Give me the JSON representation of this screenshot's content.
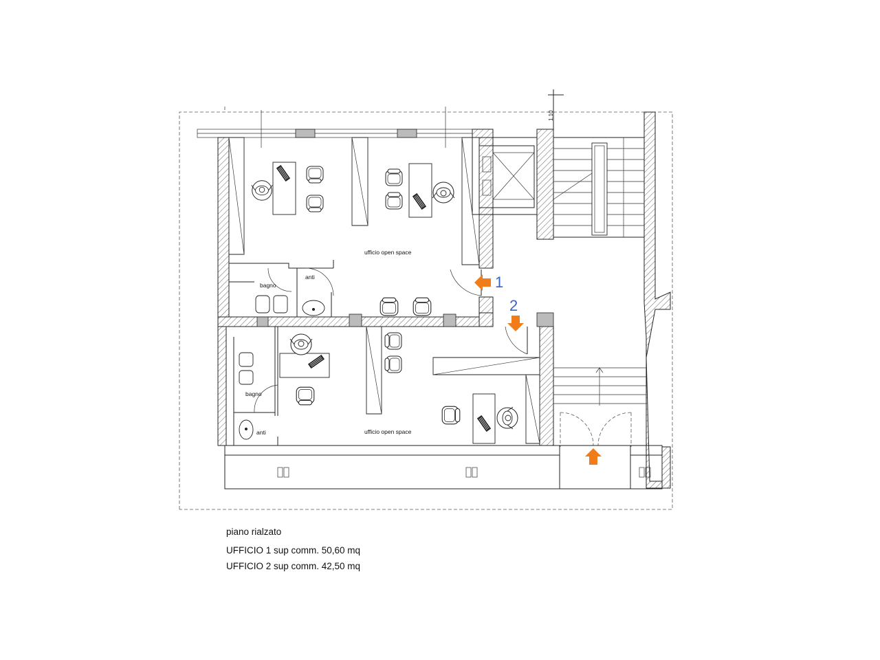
{
  "plan": {
    "rooms": {
      "office_open_space_1": "ufficio open space",
      "office_open_space_2": "ufficio open space",
      "bathroom_1": "bagno",
      "bathroom_2": "bagno",
      "antibagno_1": "anti",
      "antibagno_2": "anti"
    },
    "entrance_numbers": {
      "entrance_1": "1",
      "entrance_2": "2"
    },
    "dimension_label": "1.10",
    "colors": {
      "arrow": "#f07d1a",
      "entrance_number": "#3d63c9",
      "wall_hatch": "#555555"
    }
  },
  "caption": {
    "floor": "piano rialzato",
    "office_1": "UFFICIO 1 sup comm. 50,60 mq",
    "office_2": "UFFICIO 2 sup comm. 42,50 mq"
  }
}
